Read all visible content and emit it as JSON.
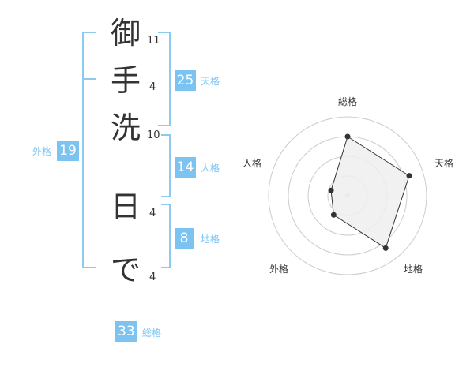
{
  "name": {
    "chars": [
      "御",
      "手",
      "洗",
      "日",
      "で"
    ],
    "strokes": [
      "11",
      "4",
      "10",
      "4",
      "4"
    ]
  },
  "fortune": {
    "tenkaku": {
      "value": "25",
      "label": "天格"
    },
    "jinkaku": {
      "value": "14",
      "label": "人格"
    },
    "chikaku": {
      "value": "8",
      "label": "地格"
    },
    "gaikaku": {
      "value": "19",
      "label": "外格"
    },
    "soukaku": {
      "value": "33",
      "label": "総格"
    }
  },
  "chart_data": {
    "type": "radar",
    "axes": [
      "総格",
      "天格",
      "地格",
      "外格",
      "人格"
    ],
    "values": [
      0.75,
      0.82,
      0.82,
      0.3,
      0.22
    ],
    "rings": 4,
    "colors": {
      "fill": "#eeeeee",
      "line": "#333333",
      "ring": "#cccccc",
      "center": "#cccccc"
    }
  },
  "colors": {
    "accent": "#7cc3f2",
    "bracket": "#8ccaf0",
    "text": "#333333"
  }
}
